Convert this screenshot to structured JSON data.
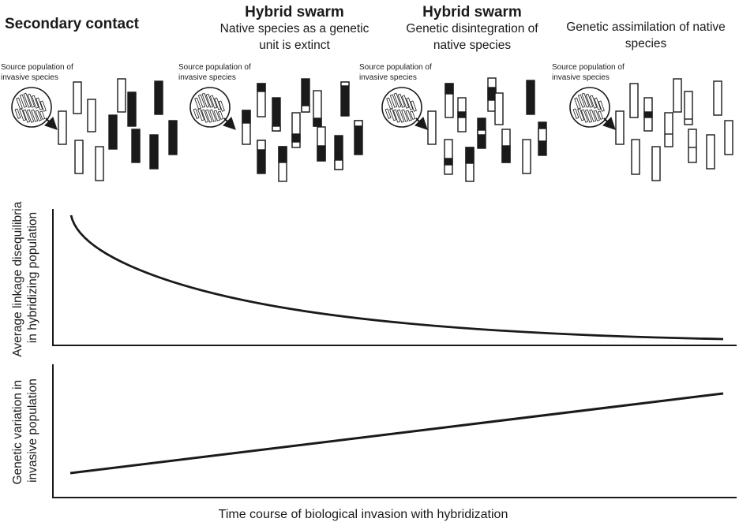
{
  "stages": [
    {
      "title": "Secondary contact",
      "subtitle": ""
    },
    {
      "title": "Hybrid swarm",
      "subtitle": "Native species as a genetic unit is extinct"
    },
    {
      "title": "Hybrid swarm",
      "subtitle": "Genetic disintegration of native species"
    },
    {
      "title": "",
      "subtitle": "Genetic assimilation of native species"
    }
  ],
  "source_label": "Source population of invasive species",
  "panel_top": {
    "ylabel": "Average linkage disequilibria in hybridizing population",
    "trend": "decreasing"
  },
  "panel_bottom": {
    "ylabel": "Genetic variation in invasive population",
    "trend": "increasing"
  },
  "xlabel": "Time course of biological invasion with hybridization",
  "colors": {
    "ink": "#1a1a1a",
    "background": "#ffffff"
  }
}
